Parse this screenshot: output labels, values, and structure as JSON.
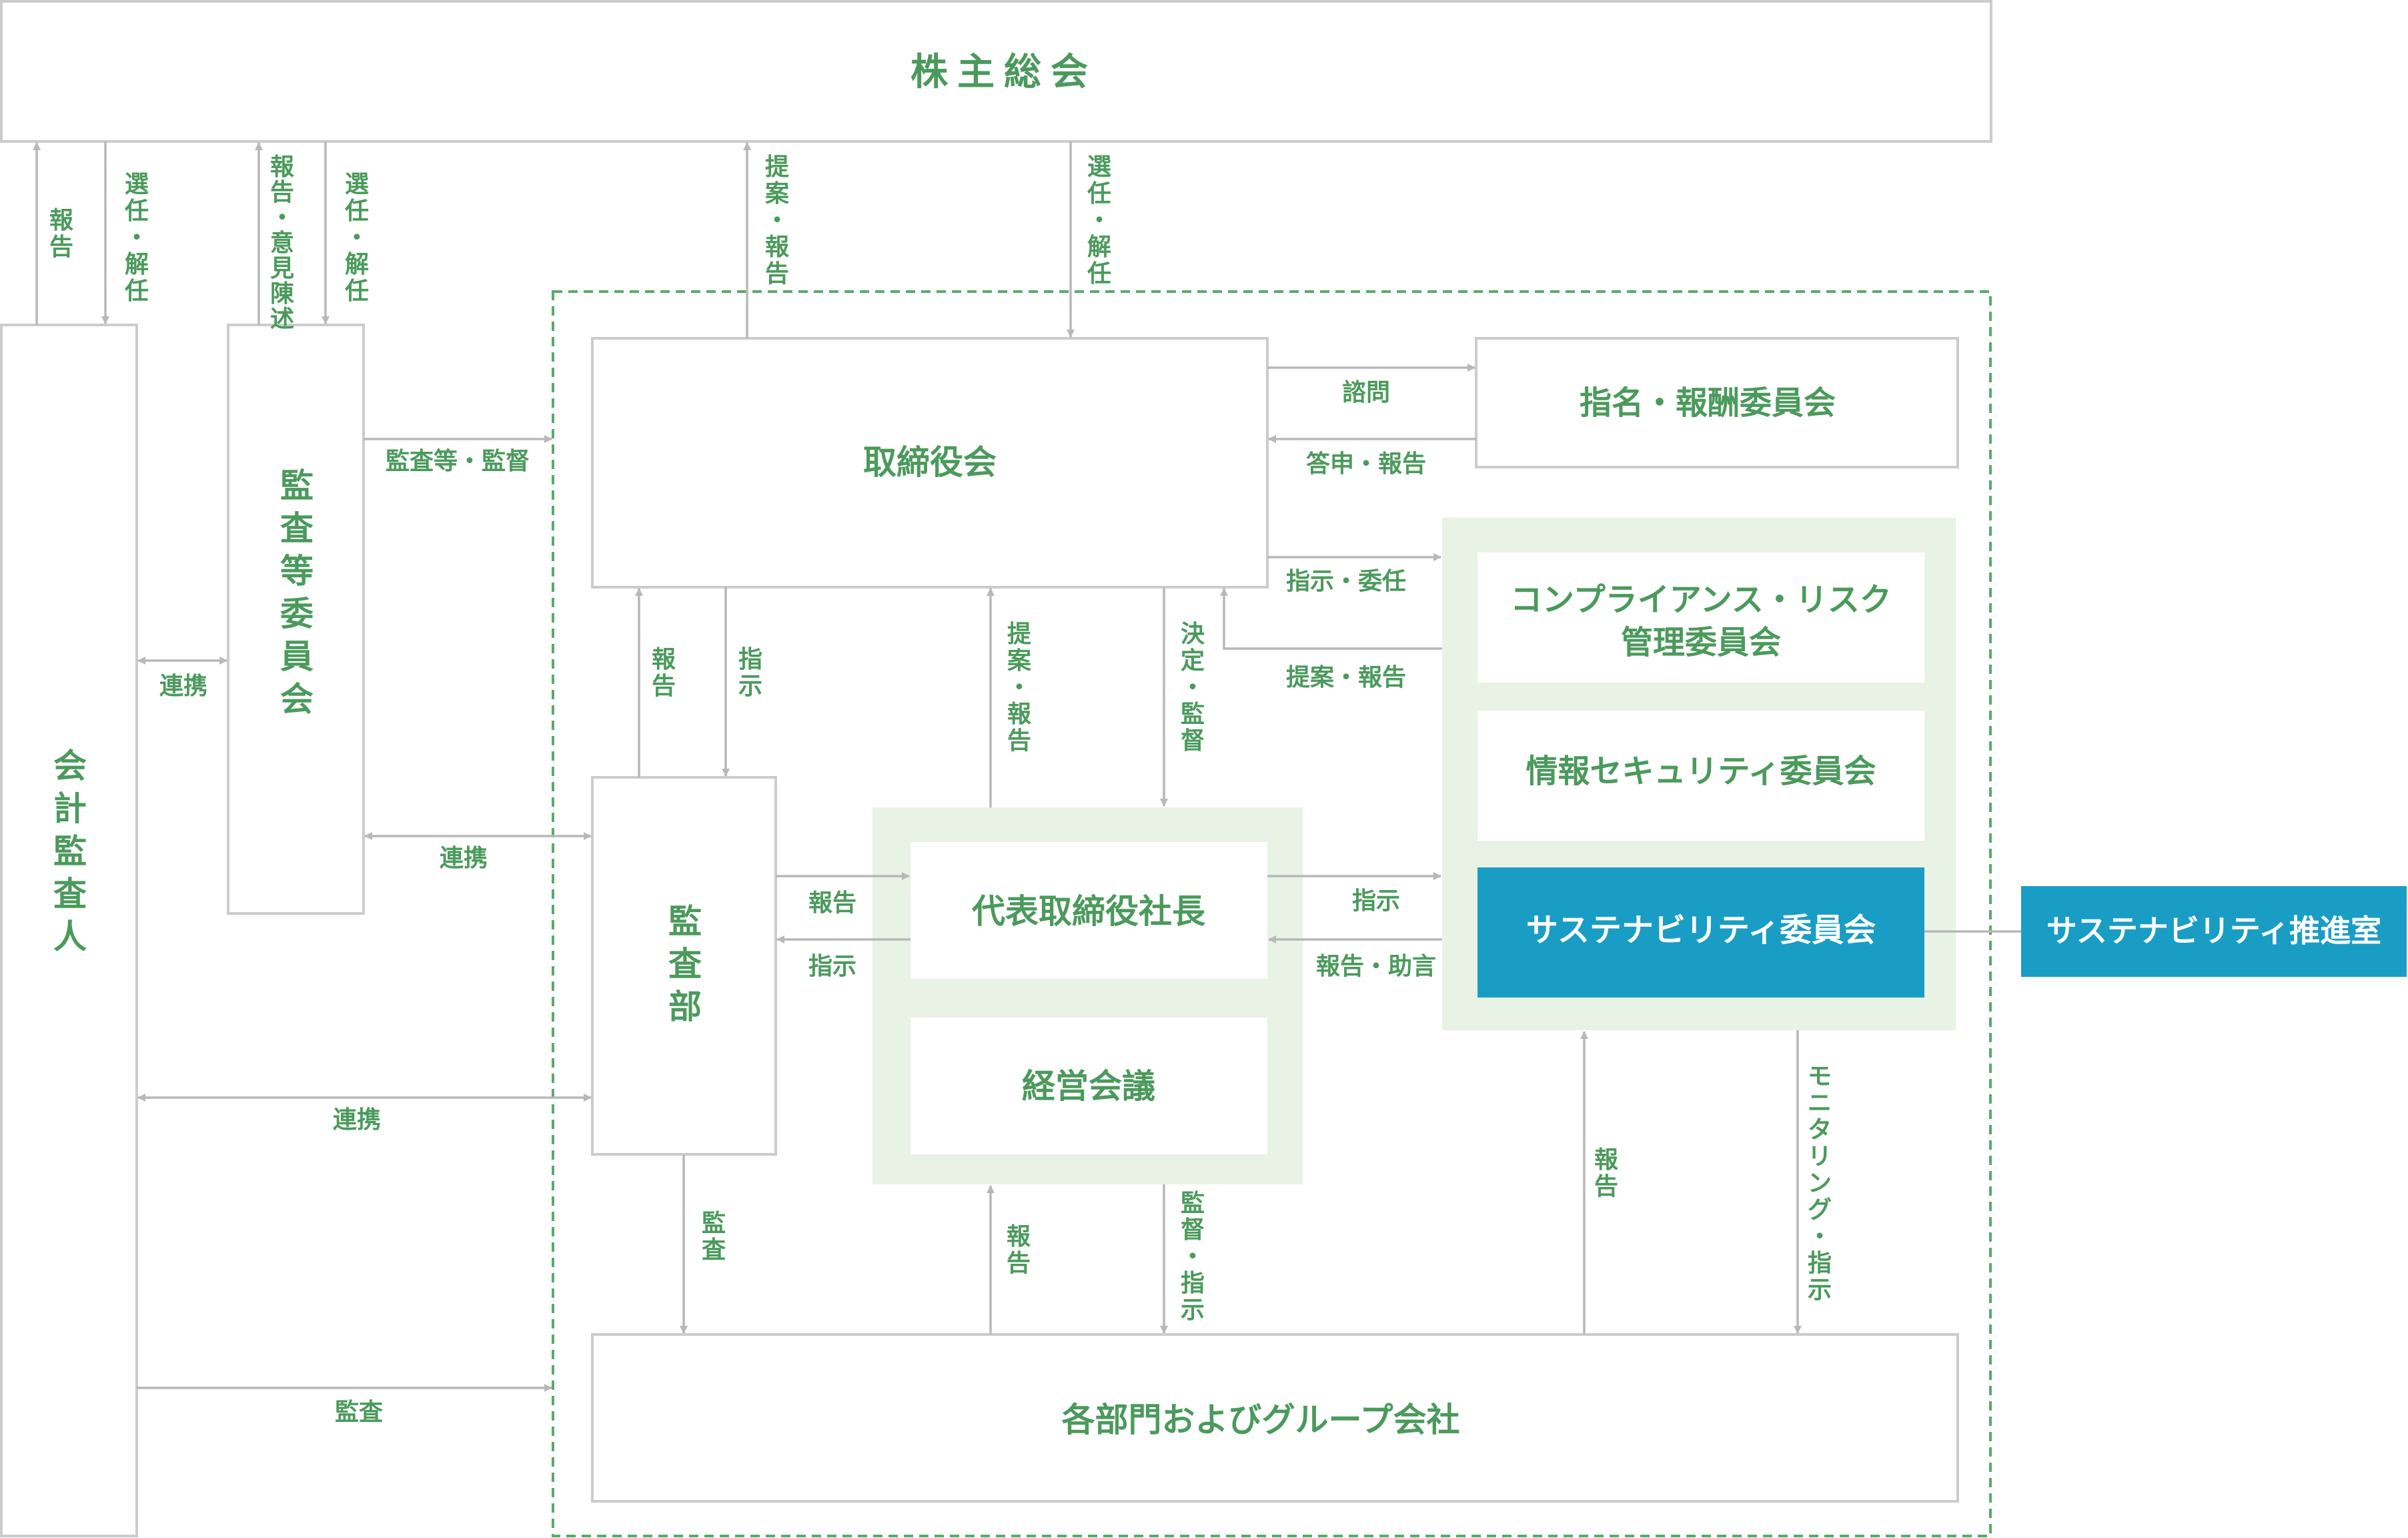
{
  "colors": {
    "text_green": "#4b9a5c",
    "zone_green": "#e8f3e6",
    "dashed_green": "#5aaa6a",
    "highlight_blue": "#1a9dc4",
    "line_gray": "#b8b8b8",
    "box_border": "#cccccc"
  },
  "nodes": {
    "shareholders": "株主総会",
    "auditor": "会計監査人",
    "audit_committee": "監査等委員会",
    "board": "取締役会",
    "nomination": "指名・報酬委員会",
    "compliance": "コンプライアンス・リスク\n管理委員会",
    "infosec": "情報セキュリティ委員会",
    "sustainability": "サステナビリティ委員会",
    "sustainability_office": "サステナビリティ推進室",
    "internal_audit": "監査部",
    "president": "代表取締役社長",
    "management": "経営会議",
    "departments": "各部門およびグループ会社"
  },
  "edge_labels": {
    "auditor_report": "報告",
    "auditor_appoint": "選任・解任",
    "ac_report": "報告・意見陳述",
    "ac_appoint": "選任・解任",
    "board_proposal": "提案・報告",
    "board_appoint": "選任・解任",
    "ac_audit_supervise": "監査等・監督",
    "link_auditor_ac": "連携",
    "link_ac_internal": "連携",
    "link_auditor_internal": "連携",
    "auditor_audit": "監査",
    "consult": "諮問",
    "answer_report": "答申・報告",
    "instruct_delegate": "指示・委任",
    "proposal_report_committees": "提案・報告",
    "internal_to_board_report": "報告",
    "board_to_internal_instruct": "指示",
    "president_to_board": "提案・報告",
    "board_to_president": "決定・監督",
    "internal_to_pres_report": "報告",
    "pres_to_internal_instruct": "指示",
    "pres_to_committees": "指示",
    "committees_to_pres": "報告・助言",
    "internal_audit_depts": "監査",
    "depts_to_mgmt_report": "報告",
    "mgmt_to_depts": "監督・指示",
    "depts_to_committees_report": "報告",
    "committees_to_depts": "モニタリング・指示"
  }
}
